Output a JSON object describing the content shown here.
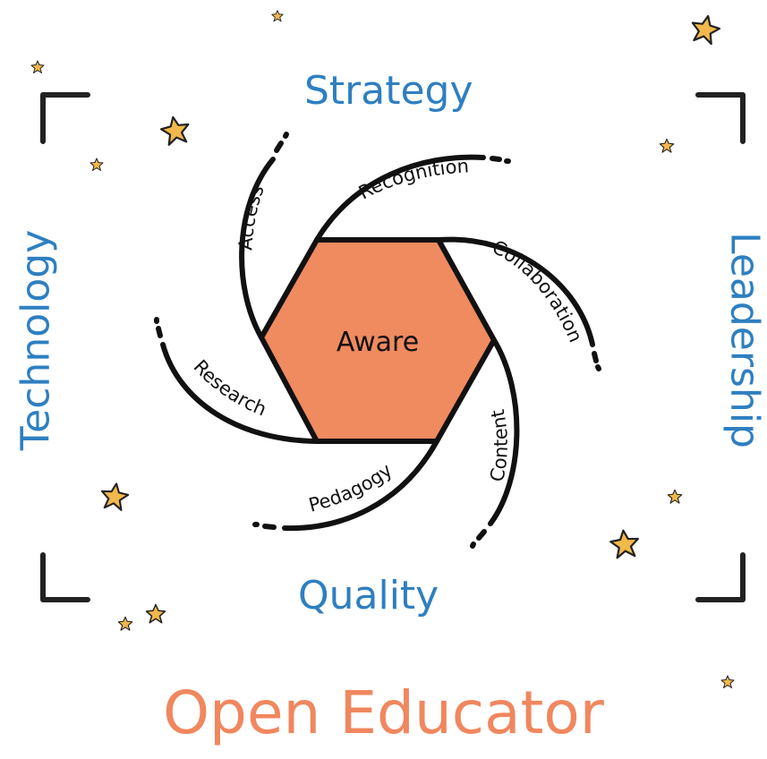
{
  "center": {
    "label": "Aware",
    "fill": "#f08a5f"
  },
  "frame_labels": {
    "top": "Strategy",
    "bottom": "Quality",
    "left": "Technology",
    "right": "Leadership",
    "color": "#2e7fc1"
  },
  "arms": [
    "Access",
    "Recognition",
    "Collaboration",
    "Content",
    "Pedagogy",
    "Research"
  ],
  "title": {
    "text": "Open Educator",
    "color": "#f0875e"
  },
  "colors": {
    "star": "#f2b84b",
    "line": "#111111",
    "corner": "#222222"
  },
  "decorations": {
    "star_icon": "star-icon",
    "corner_icon": "corner-bracket-icon"
  }
}
